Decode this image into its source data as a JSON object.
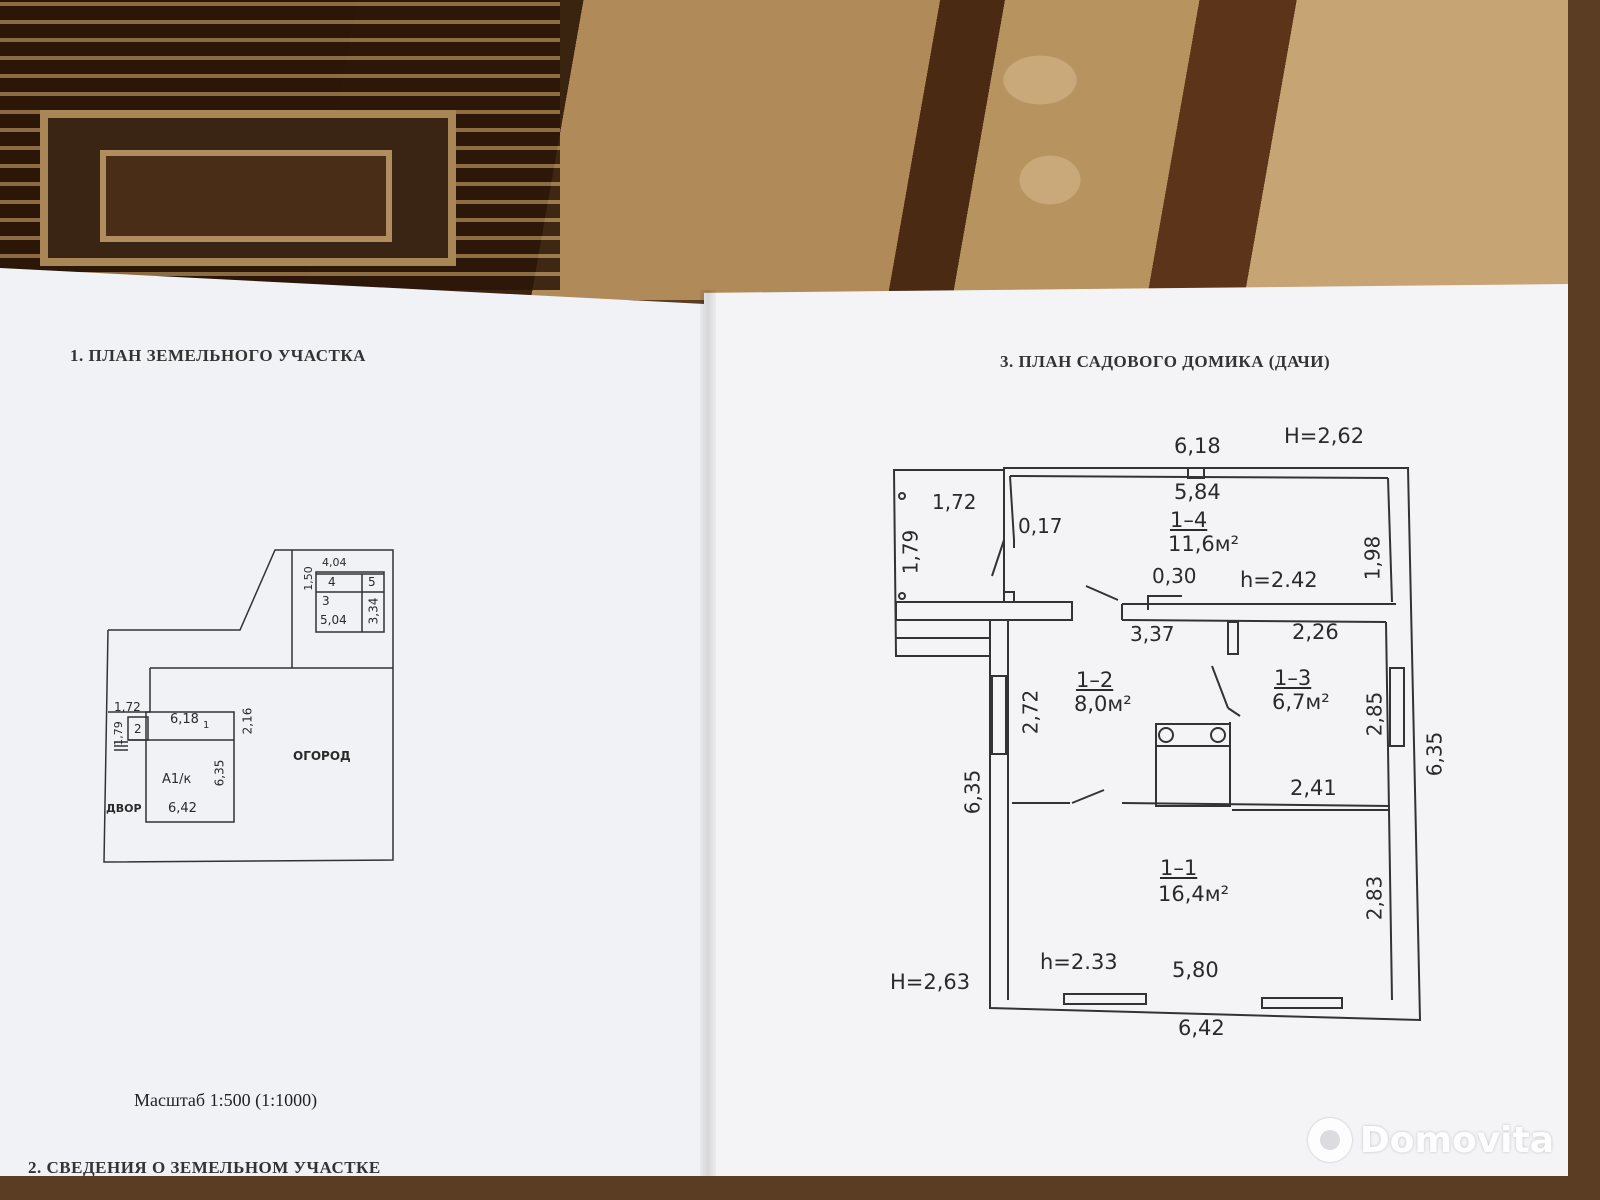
{
  "left_page": {
    "heading": "1. ПЛАН ЗЕМЕЛЬНОГО УЧАСТКА",
    "plot_labels": {
      "d_404": "4,04",
      "d_150": "1,50",
      "room4": "4",
      "room5": "5",
      "room3": "3",
      "d_504": "5,04",
      "d_334": "3,34",
      "d_172": "1,72",
      "d_179": "1,79",
      "room2": "2",
      "d_618": "6,18",
      "room1": "1",
      "d_216": "2,16",
      "garden": "ОГОРОД",
      "building": "А1/к",
      "d_635": "6,35",
      "yard": "ДВОР",
      "d_642": "6,42"
    },
    "scale": "Масштаб 1:500 (1:1000)",
    "next_heading": "2. СВЕДЕНИЯ О ЗЕМЕЛЬНОМ УЧАСТКЕ"
  },
  "right_page": {
    "heading": "3. ПЛАН САДОВОГО ДОМИКА (ДАЧИ)",
    "labels": {
      "top_width": "6,18",
      "height_top": "Н=2,62",
      "d_172": "1,72",
      "d_584": "5,84",
      "d_017": "0,17",
      "room14_id": "1–4",
      "room14_area": "11,6м²",
      "d_179": "1,79",
      "d_198": "1,98",
      "d_030": "0,30",
      "h_242": "h=2.42",
      "d_337": "3,37",
      "d_226": "2,26",
      "room12_id": "1–2",
      "room12_area": "8,0м²",
      "room13_id": "1–3",
      "room13_area": "6,7м²",
      "d_272": "2,72",
      "d_285": "2,85",
      "d_635_left": "6,35",
      "d_635_right": "6,35",
      "d_241": "2,41",
      "room11_id": "1–1",
      "room11_area": "16,4м²",
      "d_283": "2,83",
      "h_233": "h=2.33",
      "d_580": "5,80",
      "height_bottom": "Н=2,63",
      "bottom_width": "6,42"
    }
  },
  "watermark": "Domovita",
  "colors": {
    "paper": "#f2f3f7",
    "ink": "#2a2a2a",
    "carpet_dark": "#2e1a0c",
    "carpet_light": "#c7a474"
  }
}
